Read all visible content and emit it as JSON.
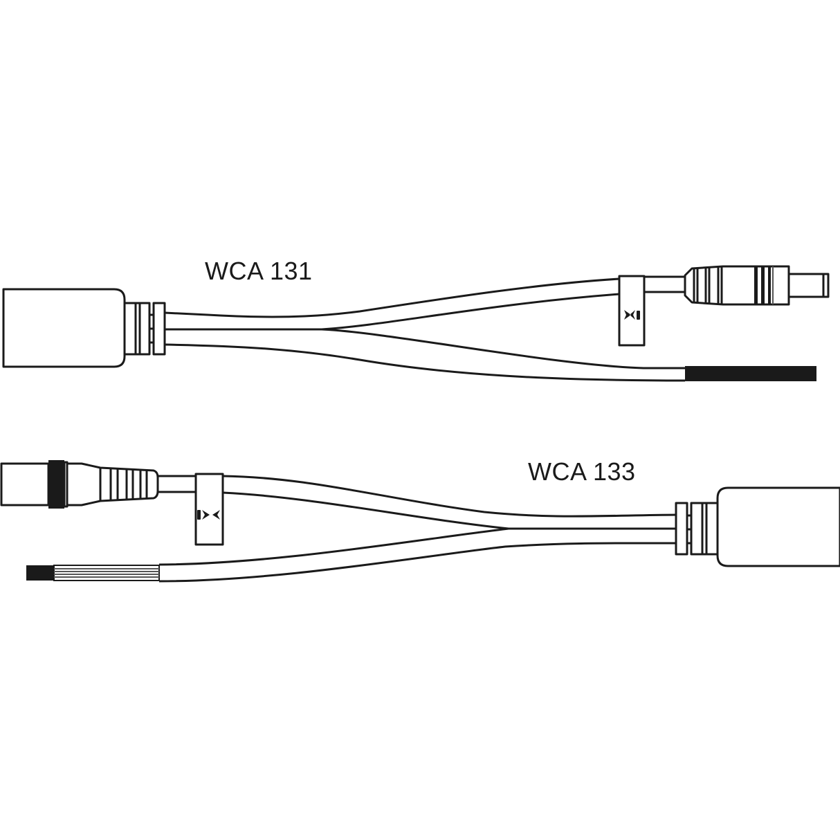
{
  "diagram": {
    "title": "",
    "background": "#ffffff",
    "line_color": "#1a1a1a",
    "assemblies": [
      {
        "id": "wca131",
        "label": "WCA 131",
        "components": [
          "rectangular connector housing (left)",
          "strain relief collar",
          "Y-split cable",
          "cable tag with logo",
          "DC barrel plug (upper right)",
          "bare wire end (lower right)"
        ]
      },
      {
        "id": "wca133",
        "label": "WCA 133",
        "components": [
          "locking connector with ribbed boot (upper left)",
          "cable tag with logo",
          "Y-split cable",
          "striped flat wire end (lower left)",
          "strain relief collar",
          "rectangular connector housing (right)"
        ]
      }
    ]
  }
}
